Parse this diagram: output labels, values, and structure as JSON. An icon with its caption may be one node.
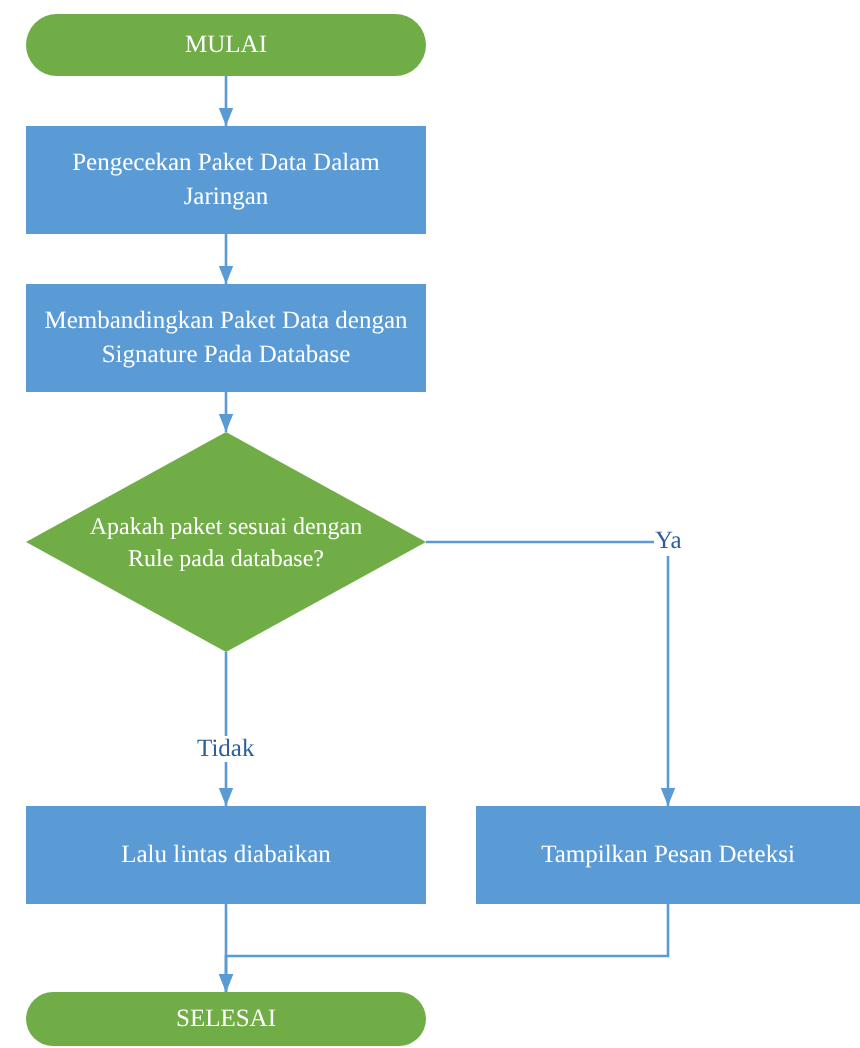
{
  "diagram": {
    "nodes": [
      {
        "text": [
          "MULAI"
        ]
      },
      {
        "text": [
          "Pengecekan Paket Data Dalam Jaringan"
        ]
      },
      {
        "text": [
          "Membandingkan Paket Data dengan Signature Pada Database"
        ]
      },
      {
        "text": [
          "Apakah paket sesuai dengan Rule pada database?"
        ]
      },
      {
        "text": [
          "Lalu lintas diabaikan"
        ]
      },
      {
        "text": [
          "Tampilkan Pesan Deteksi"
        ]
      },
      {
        "text": [
          "SELESAI"
        ]
      }
    ],
    "edges": [
      {
        "from": 0,
        "to": 1,
        "arrow": "to"
      },
      {
        "from": 1,
        "to": 2,
        "arrow": "to"
      },
      {
        "from": 2,
        "to": 3,
        "arrow": "to"
      },
      {
        "from": 3,
        "to": 4,
        "arrow": "to",
        "label": "Tidak"
      },
      {
        "from": 3,
        "to": 5,
        "arrow": "to",
        "label": "Ya"
      },
      {
        "from": 4,
        "to": 6,
        "arrow": "to"
      },
      {
        "from": 5,
        "to": 6,
        "arrow": "to"
      }
    ]
  }
}
